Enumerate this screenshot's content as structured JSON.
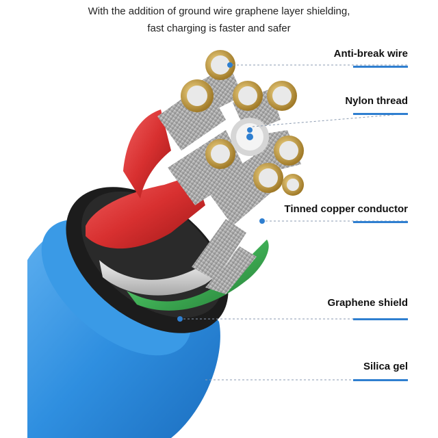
{
  "headline": {
    "line1": "With the addition of ground wire graphene layer shielding,",
    "line2": "fast charging is faster and safer"
  },
  "labels": {
    "anti_break_wire": "Anti-break wire",
    "nylon_thread": "Nylon thread",
    "tinned_copper_conductor": "Tinned copper conductor",
    "graphene_shield": "Graphene shield",
    "silica_gel": "Silica gel"
  },
  "colors": {
    "outer_jacket": "#2f8fe0",
    "shield": "#1c1c1c",
    "red_insulation": "#d83030",
    "white_insulation": "#e8e8e8",
    "green_insulation": "#3fae55",
    "copper": "#c9a24a",
    "strand": "#b8b8b8",
    "callout_accent": "#2f7fd0"
  }
}
